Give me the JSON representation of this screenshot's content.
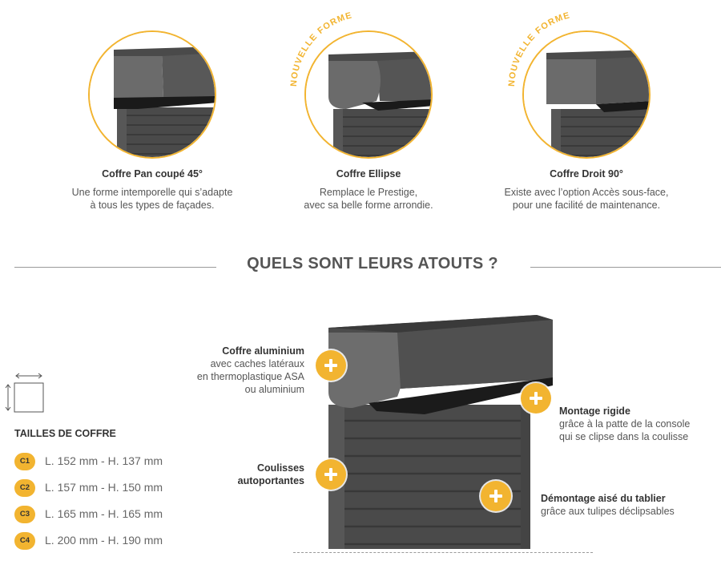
{
  "products": [
    {
      "name": "Coffre Pan coupé 45°",
      "desc": "Une forme intemporelle qui s’adapte\nà tous les types de façades.",
      "badge": ""
    },
    {
      "name": "Coffre Ellipse",
      "desc": "Remplace le Prestige,\navec sa belle forme arrondie.",
      "badge": "NOUVELLE FORME"
    },
    {
      "name": "Coffre Droit 90°",
      "desc": "Existe avec l’option Accès sous-face,\npour une facilité de maintenance.",
      "badge": "NOUVELLE FORME"
    }
  ],
  "section_title": "QUELS SONT LEURS ATOUTS ?",
  "sizes": {
    "title": "TAILLES DE COFFRE",
    "items": [
      {
        "code": "C1",
        "label": "L. 152 mm - H. 137 mm"
      },
      {
        "code": "C2",
        "label": "L. 157 mm - H. 150 mm"
      },
      {
        "code": "C3",
        "label": "L. 165 mm - H. 165 mm"
      },
      {
        "code": "C4",
        "label": "L. 200 mm - H. 190 mm"
      }
    ]
  },
  "callouts": {
    "coffre": {
      "title": "Coffre aluminium",
      "desc": "avec caches latéraux\nen thermoplastique ASA\nou aluminium"
    },
    "montage": {
      "title": "Montage rigide",
      "desc": "grâce à la patte de la console\nqui se clipse dans la coulisse"
    },
    "coulisses": {
      "title": "Coulisses\nautoportantes",
      "desc": ""
    },
    "demontage": {
      "title": "Démontage aisé du tablier",
      "desc": "grâce aux tulipes déclipsables"
    }
  },
  "colors": {
    "accent": "#f2b430",
    "dark": "#3d3d3d",
    "grey": "#7a7a7a"
  }
}
